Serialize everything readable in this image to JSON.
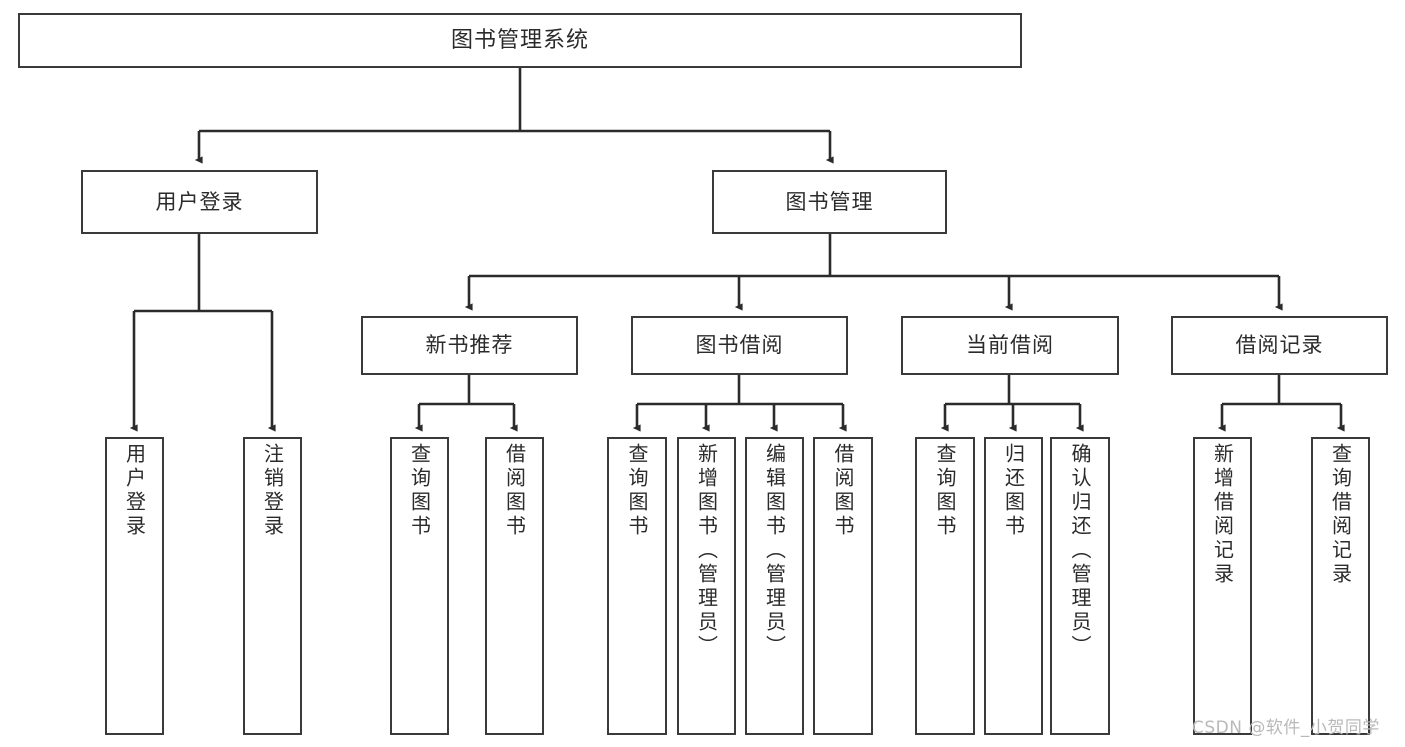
{
  "diagram": {
    "type": "tree",
    "orientation": "top-down",
    "style": {
      "box_border_color": "#3a3a3a",
      "box_fill_color": "#ffffff",
      "line_color": "#2b2b2b",
      "background_color": "#ffffff",
      "text_color": "#2b2b2b"
    },
    "root": {
      "label": "图书管理系统"
    },
    "level2": [
      {
        "label": "用户登录"
      },
      {
        "label": "图书管理"
      }
    ],
    "level3": [
      {
        "label": "新书推荐"
      },
      {
        "label": "图书借阅"
      },
      {
        "label": "当前借阅"
      },
      {
        "label": "借阅记录"
      }
    ],
    "leaves": {
      "user_login": [
        {
          "label": "用户登录"
        },
        {
          "label": "注销登录"
        }
      ],
      "new_book_recommend": [
        {
          "label": "查询图书"
        },
        {
          "label": "借阅图书"
        }
      ],
      "book_borrow": [
        {
          "label": "查询图书"
        },
        {
          "label": "新增图书（管理员）"
        },
        {
          "label": "编辑图书（管理员）"
        },
        {
          "label": "借阅图书"
        }
      ],
      "current_borrow": [
        {
          "label": "查询图书"
        },
        {
          "label": "归还图书"
        },
        {
          "label": "确认归还（管理员）"
        }
      ],
      "borrow_record": [
        {
          "label": "新增借阅记录"
        },
        {
          "label": "查询借阅记录"
        }
      ]
    }
  },
  "watermark": {
    "text": "CSDN @软件_小贺同学"
  }
}
